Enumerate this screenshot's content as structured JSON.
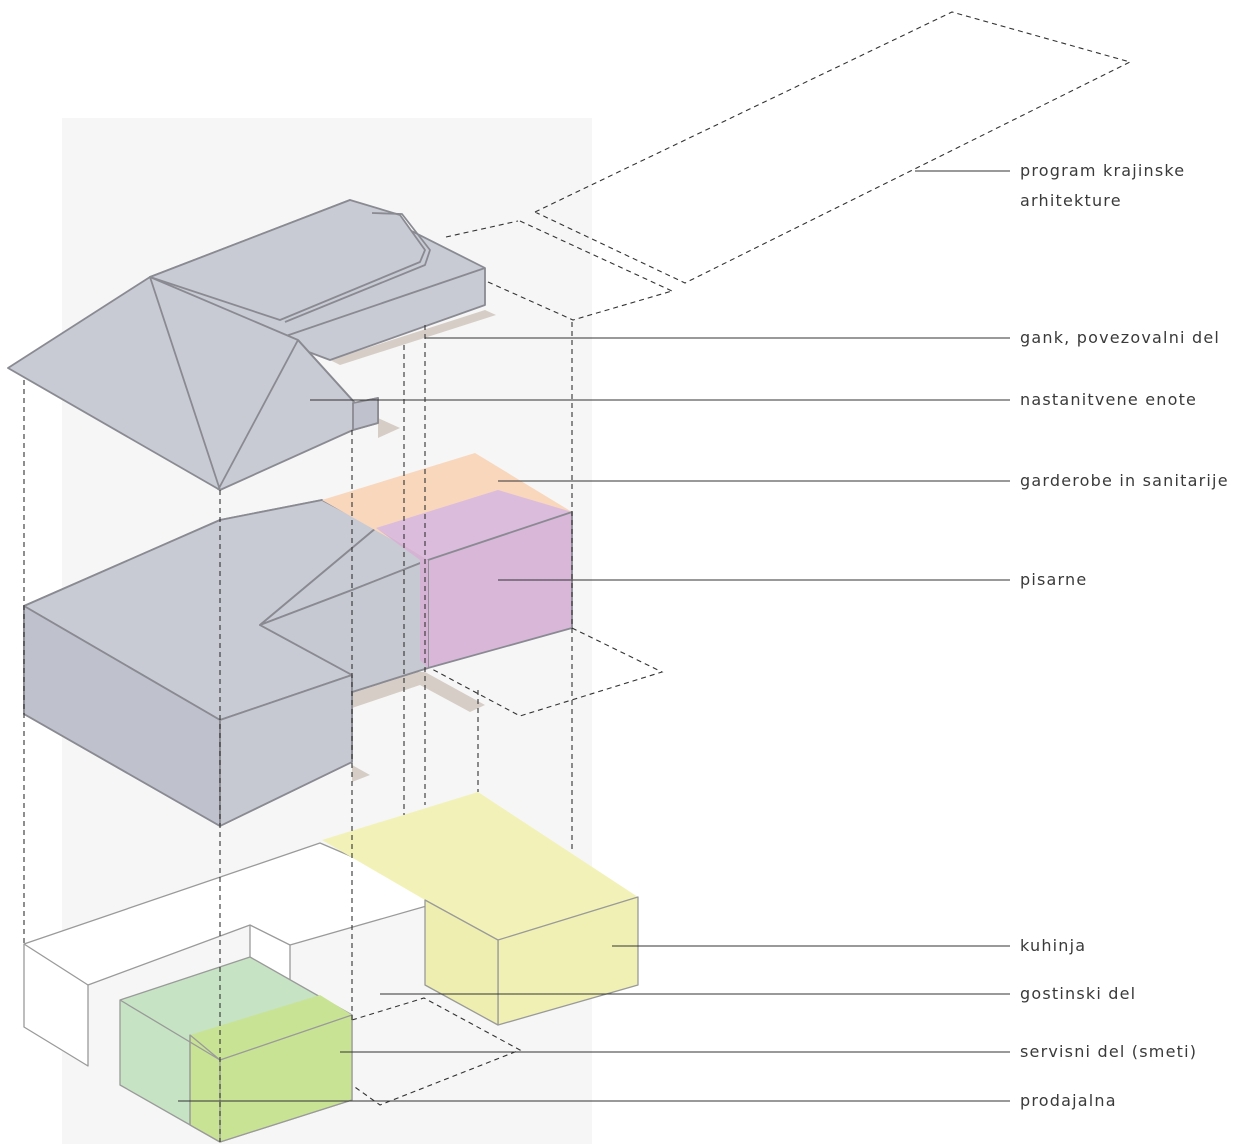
{
  "labels": {
    "program_krajinske_arhitekture_1": "program krajinske",
    "program_krajinske_arhitekture_2": "arhitekture",
    "gank": "gank, povezovalni del",
    "nastanitvene_enote": "nastanitvene enote",
    "garderobe": "garderobe in sanitarije",
    "pisarne": "pisarne",
    "kuhinja": "kuhinja",
    "gostinski_del": "gostinski del",
    "servisni_del": "servisni del (smeti)",
    "prodajalna": "prodajalna"
  },
  "colors": {
    "grey_volume": "#c8cad4",
    "grey_volume_dark": "#bfc1cc",
    "corridor": "#d6cdc6",
    "garderobe": "#f8d7bd",
    "pisarne": "#d9b7d8",
    "kuhinja": "#f0f0b4",
    "servisni": "#c6e3c4",
    "prodajalna": "#c9e395",
    "background_panel": "#f6f6f6"
  }
}
